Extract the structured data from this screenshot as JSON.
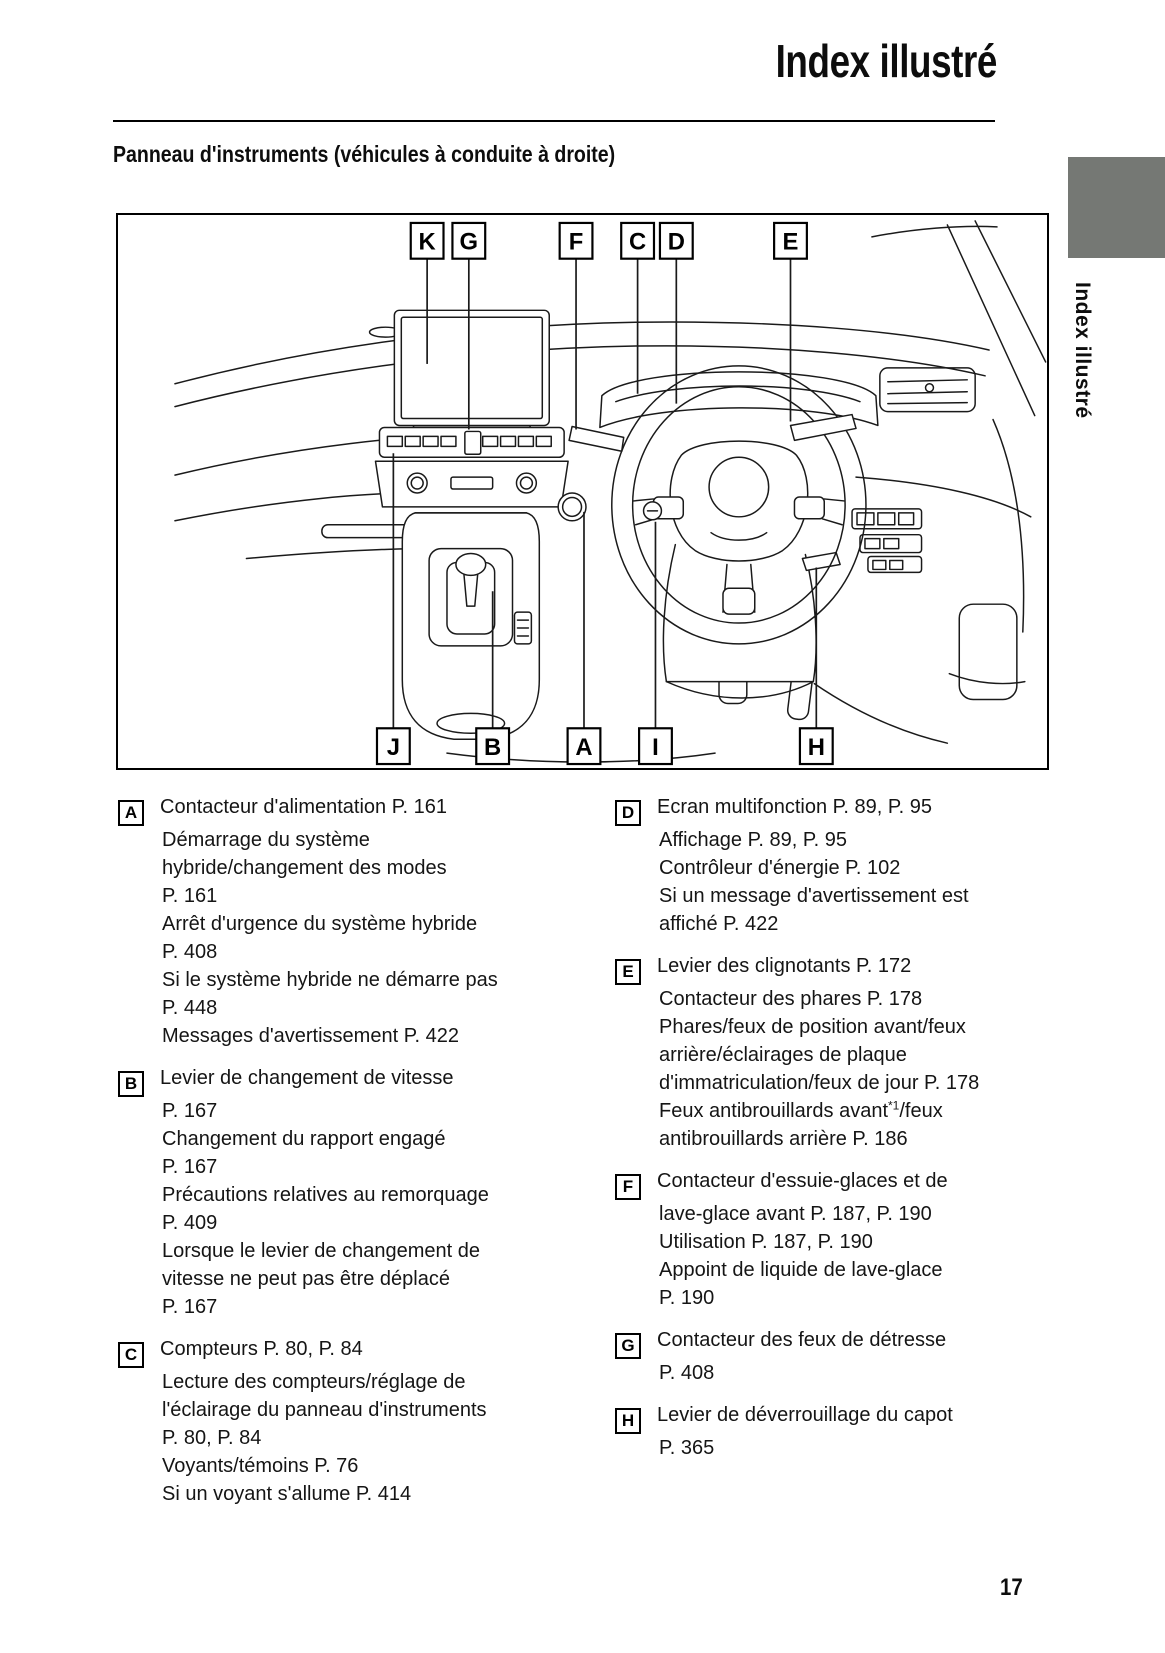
{
  "page": {
    "title": "Index illustré",
    "heading": "Panneau d'instruments (véhicules à conduite à droite)",
    "sidebar_tab_label": "Index illustré",
    "page_number": "17"
  },
  "diagram": {
    "top_callouts": [
      "K",
      "G",
      "F",
      "C",
      "D",
      "E"
    ],
    "bottom_callouts": [
      "J",
      "B",
      "A",
      "I",
      "H"
    ]
  },
  "legend": {
    "left": [
      {
        "key": "A",
        "lines": [
          "Contacteur d'alimentation P. 161",
          "Démarrage du système",
          "hybride/changement des modes",
          "P. 161",
          "Arrêt d'urgence du système hybride",
          "P. 408",
          "Si le système hybride ne démarre pas",
          "P. 448",
          "Messages d'avertissement P. 422"
        ]
      },
      {
        "key": "B",
        "lines": [
          "Levier de changement de vitesse",
          "P. 167",
          "Changement du rapport engagé",
          "P. 167",
          "Précautions relatives au remorquage",
          "P. 409",
          "Lorsque le levier de changement de",
          "vitesse ne peut pas être déplacé",
          "P. 167"
        ]
      },
      {
        "key": "C",
        "lines": [
          "Compteurs P. 80, P. 84",
          "Lecture des compteurs/réglage de",
          "l'éclairage du panneau d'instruments",
          "P. 80, P. 84",
          "Voyants/témoins P. 76",
          "Si un voyant s'allume P. 414"
        ]
      }
    ],
    "right": [
      {
        "key": "D",
        "lines": [
          "Ecran multifonction P. 89, P. 95",
          "Affichage P. 89, P. 95",
          "Contrôleur d'énergie P. 102",
          "Si un message d'avertissement est",
          "affiché P. 422"
        ]
      },
      {
        "key": "E",
        "lines": [
          "Levier des clignotants P. 172",
          "Contacteur des phares P. 178",
          "Phares/feux de position avant/feux",
          "arrière/éclairages de plaque",
          "d'immatriculation/feux de jour P. 178",
          "Feux antibrouillards avant^{*1}/feux",
          "antibrouillards arrière P. 186"
        ]
      },
      {
        "key": "F",
        "lines": [
          "Contacteur d'essuie-glaces et de",
          "lave-glace avant P. 187, P. 190",
          "Utilisation P. 187, P. 190",
          "Appoint de liquide de lave-glace",
          "P. 190"
        ]
      },
      {
        "key": "G",
        "lines": [
          "Contacteur des feux de détresse",
          "P. 408"
        ]
      },
      {
        "key": "H",
        "lines": [
          "Levier de déverrouillage du capot",
          "P. 365"
        ]
      }
    ]
  },
  "colors": {
    "tab_gray": "#757874",
    "line_black": "#1a1a1a"
  }
}
